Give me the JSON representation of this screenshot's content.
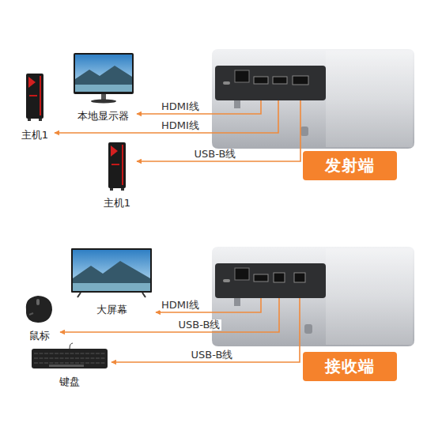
{
  "diagram": {
    "nodes": [
      {
        "text": [
          "本地显示器"
        ]
      },
      {
        "text": [
          "主机1"
        ]
      },
      {
        "text": [
          "主机1"
        ]
      },
      {
        "text": [
          "发射端"
        ]
      },
      {
        "text": [
          "大屏幕"
        ]
      },
      {
        "text": [
          "鼠标"
        ]
      },
      {
        "text": [
          "键盘"
        ]
      },
      {
        "text": [
          "接收端"
        ]
      }
    ],
    "edges": [
      {
        "from": 3,
        "to": 0,
        "label": "HDMI线",
        "arrow": "to"
      },
      {
        "from": 3,
        "to": 1,
        "label": "HDMI线",
        "arrow": "to"
      },
      {
        "from": 3,
        "to": 2,
        "label": "USB-B线",
        "arrow": "to"
      },
      {
        "from": 7,
        "to": 4,
        "label": "HDMI线",
        "arrow": "to"
      },
      {
        "from": 7,
        "to": 5,
        "label": "USB-B线",
        "arrow": "to"
      },
      {
        "from": 7,
        "to": 6,
        "label": "USB-B线",
        "arrow": "to"
      }
    ]
  }
}
